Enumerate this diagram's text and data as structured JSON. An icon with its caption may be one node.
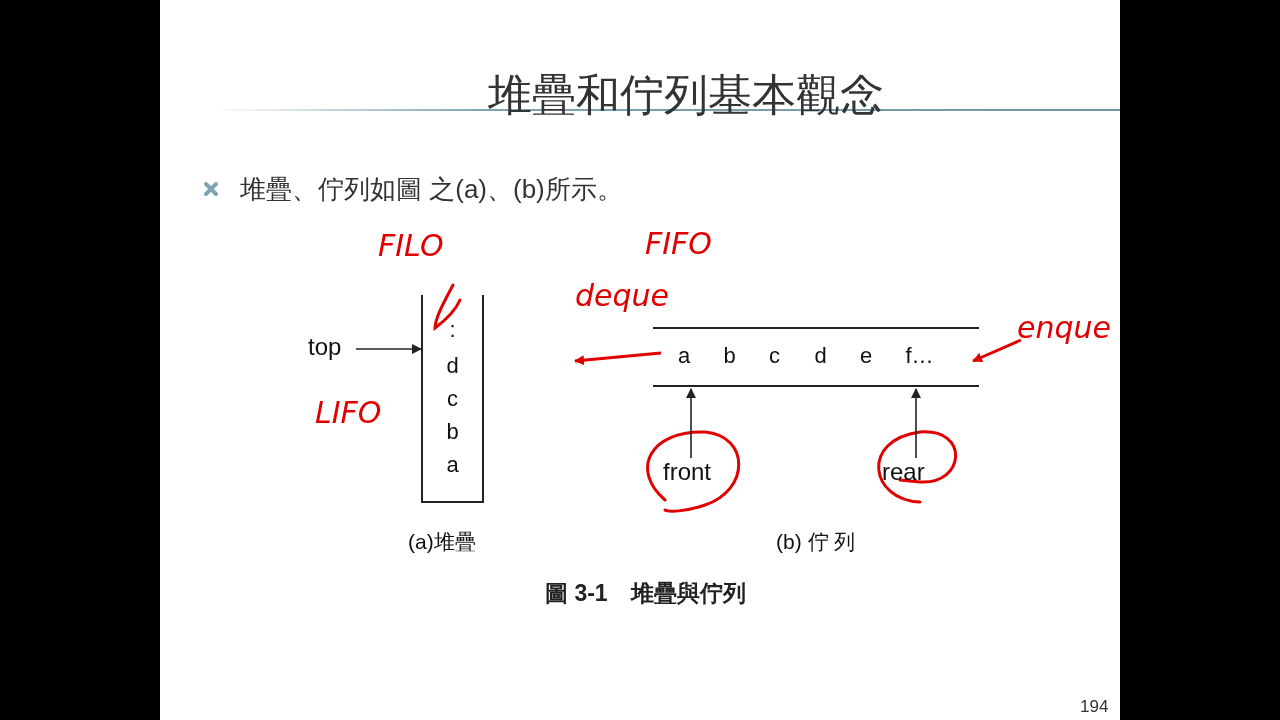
{
  "diagram": {
    "title": "堆疊和佇列基本觀念",
    "caption": "圖 3-1　堆疊與佇列",
    "nodes": [
      {
        "text": [
          "top"
        ]
      },
      {
        "text": [
          ":",
          "d",
          "c",
          "b",
          "a"
        ]
      },
      {
        "text": [
          "a",
          "b",
          "c",
          "d",
          "e",
          "f…"
        ]
      },
      {
        "text": [
          "front"
        ]
      },
      {
        "text": [
          "rear"
        ]
      },
      {
        "text": [
          "enque"
        ]
      }
    ],
    "edges": [
      {
        "from": 0,
        "to": 1,
        "arrow": "to"
      },
      {
        "from": 3,
        "to": 2,
        "arrow": "to"
      },
      {
        "from": 4,
        "to": 2,
        "arrow": "to"
      },
      {
        "from": 2,
        "to": null,
        "arrow": "to",
        "color": "#e00000"
      },
      {
        "from": 5,
        "to": 2,
        "arrow": "to",
        "color": "#e00000"
      }
    ],
    "labels": [
      "堆疊、佇列如圖 之(a)、(b)所示。",
      "FILO",
      "FIFO",
      "deque",
      "LIFO",
      "(a)堆疊",
      "(b) 佇 列",
      "194"
    ]
  }
}
